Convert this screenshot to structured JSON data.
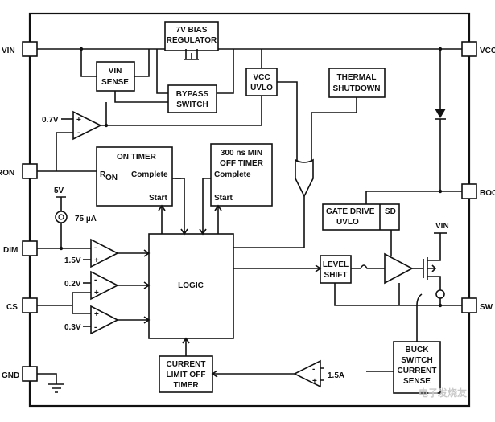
{
  "pins": {
    "vin": "VIN",
    "vcc": "VCC",
    "ron": "RON",
    "boot": "BOOT",
    "dim": "DIM",
    "cs": "CS",
    "sw": "SW",
    "gnd": "GND"
  },
  "blocks": {
    "bias_line1": "7V BIAS",
    "bias_line2": "REGULATOR",
    "vin_sense_line1": "VIN",
    "vin_sense_line2": "SENSE",
    "bypass_line1": "BYPASS",
    "bypass_line2": "SWITCH",
    "vcc_uvlo_line1": "VCC",
    "vcc_uvlo_line2": "UVLO",
    "thermal_line1": "THERMAL",
    "thermal_line2": "SHUTDOWN",
    "on_timer_title": "ON TIMER",
    "on_timer_ron_r": "R",
    "on_timer_ron_sub": "ON",
    "on_timer_complete": "Complete",
    "on_timer_start": "Start",
    "off_timer_line1": "300 ns MIN",
    "off_timer_line2": "OFF TIMER",
    "off_timer_complete": "Complete",
    "off_timer_start": "Start",
    "logic": "LOGIC",
    "gate_drive_line1": "GATE DRIVE",
    "gate_drive_line2": "UVLO",
    "gate_drive_sd": "SD",
    "level_shift_line1": "LEVEL",
    "level_shift_line2": "SHIFT",
    "current_limit_line1": "CURRENT",
    "current_limit_line2": "LIMIT OFF",
    "current_limit_line3": "TIMER",
    "buck_line1": "BUCK",
    "buck_line2": "SWITCH",
    "buck_line3": "CURRENT",
    "buck_line4": "SENSE"
  },
  "refs": {
    "v07": "0.7V",
    "v5": "5V",
    "i75": "75 µA",
    "v15": "1.5V",
    "v02": "0.2V",
    "v03": "0.3V",
    "a15": "1.5A",
    "vin_small": "VIN"
  },
  "watermark": "电子发烧友"
}
